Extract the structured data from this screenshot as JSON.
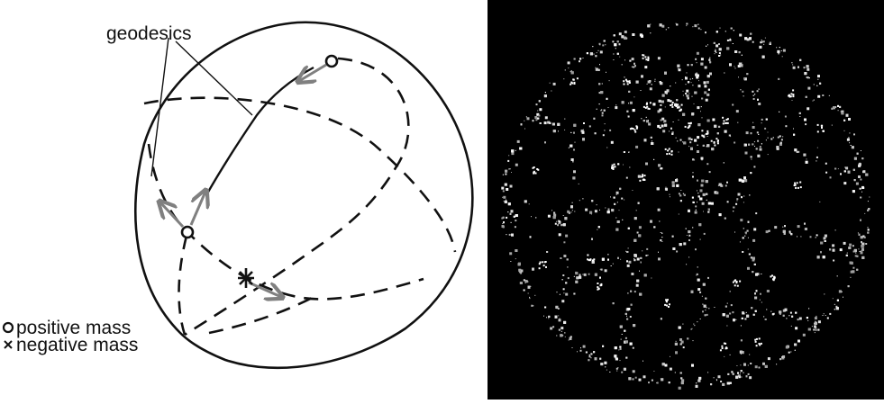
{
  "left_diagram": {
    "callout_label": "geodesics",
    "legend": [
      {
        "symbol": "o",
        "label": "positive mass"
      },
      {
        "symbol": "x",
        "label": "negative mass"
      }
    ],
    "colors": {
      "ink": "#111111",
      "arrow": "#808080",
      "background": "#ffffff"
    }
  },
  "right_image": {
    "description_colors": {
      "background": "#000000",
      "particles": "#ffffff"
    }
  }
}
